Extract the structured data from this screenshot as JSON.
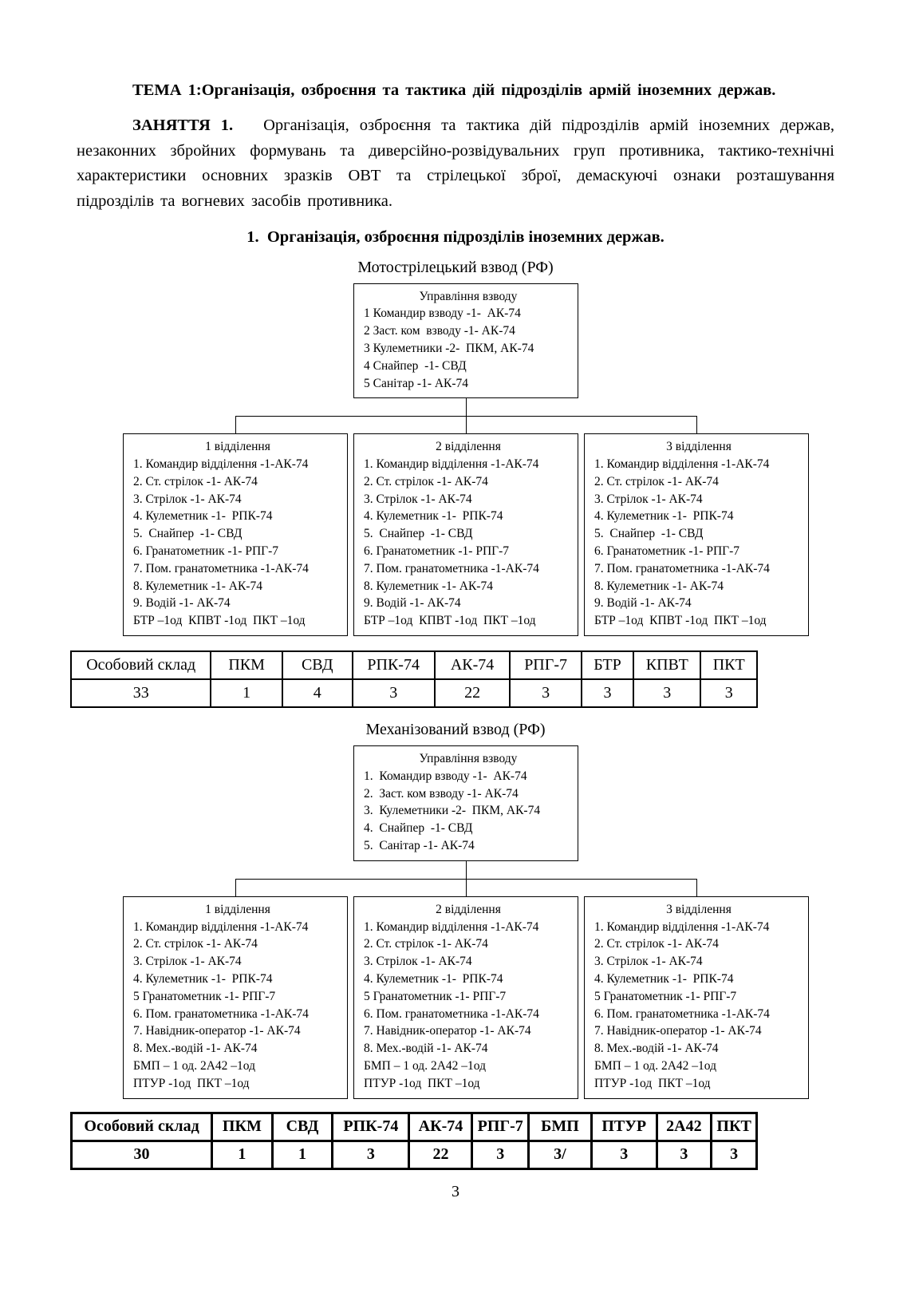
{
  "ink": "#000000",
  "paper": "#ffffff",
  "paragraphs": {
    "tema": "ТЕМА 1:Організація, озброєння та тактика дій підрозділів армій іноземних держав.",
    "zanyattya_label": "ЗАНЯТТЯ 1.",
    "zanyattya_text": "Організація, озброєння та тактика дій підрозділів армій іноземних держав, незаконних збройних формувань та диверсійно-розвідувальних груп противника, тактико-технічні характеристики основних зразків ОВТ та стрілецької зброї, демаскуючі ознаки розташування підрозділів та вогневих засобів противника.",
    "section_heading": "1.  Організація, озброєння підрозділів іноземних держав."
  },
  "page_number": "3",
  "charts": [
    {
      "title": "Мотострілецький взвод (РФ)",
      "management": {
        "title": "Управління взводу",
        "lines": [
          "1 Командир взводу -1-  АК-74",
          "2 Заст. ком  взводу -1- АК-74",
          "3 Кулеметники -2-  ПКМ, АК-74",
          "4 Снайпер  -1- СВД",
          "5 Санітар -1- АК-74"
        ]
      },
      "squads": [
        {
          "title": "1 відділення",
          "lines": [
            "1. Командир відділення -1-АК-74",
            "2. Ст. стрілок -1- АК-74",
            "3. Стрілок -1- АК-74",
            "4. Кулеметник -1-  РПК-74",
            "5.  Снайпер  -1- СВД",
            "6. Гранатометник -1- РПГ-7",
            "7. Пом. гранатометника -1-АК-74",
            "8. Кулеметник -1- АК-74",
            "9. Водій -1- АК-74",
            "БТР –1од  КПВТ -1од  ПКТ –1од"
          ]
        },
        {
          "title": "2 відділення",
          "lines": [
            "1. Командир відділення -1-АК-74",
            "2. Ст. стрілок -1- АК-74",
            "3. Стрілок -1- АК-74",
            "4. Кулеметник -1-  РПК-74",
            "5.  Снайпер  -1- СВД",
            "6. Гранатометник -1- РПГ-7",
            "7. Пом. гранатометника -1-АК-74",
            "8. Кулеметник -1- АК-74",
            "9. Водій -1- АК-74",
            "БТР –1од  КПВТ -1од  ПКТ –1од"
          ]
        },
        {
          "title": "3 відділення",
          "lines": [
            "1. Командир відділення -1-АК-74",
            "2. Ст. стрілок -1- АК-74",
            "3. Стрілок -1- АК-74",
            "4. Кулеметник -1-  РПК-74",
            "5.  Снайпер  -1- СВД",
            "6. Гранатометник -1- РПГ-7",
            "7. Пом. гранатометника -1-АК-74",
            "8. Кулеметник -1- АК-74",
            "9. Водій -1- АК-74",
            "БТР –1од  КПВТ -1од  ПКТ –1од"
          ]
        }
      ],
      "table": {
        "headers": [
          "Особовий склад",
          "ПКМ",
          "СВД",
          "РПК-74",
          "АК-74",
          "РПГ-7",
          "БТР",
          "КПВТ",
          "ПКТ"
        ],
        "values": [
          "33",
          "1",
          "4",
          "3",
          "22",
          "3",
          "3",
          "3",
          "3"
        ]
      }
    },
    {
      "title": "Механізований взвод (РФ)",
      "management": {
        "title": "Управління взводу",
        "lines": [
          "1.  Командир взводу -1-  АК-74",
          "2.  Заст. ком взводу -1- АК-74",
          "3.  Кулеметники -2-  ПКМ, АК-74",
          "4.  Снайпер  -1- СВД",
          "5.  Санітар -1- АК-74"
        ]
      },
      "squads": [
        {
          "title": "1 відділення",
          "lines": [
            "1. Командир відділення -1-АК-74",
            "2. Ст. стрілок -1- АК-74",
            "3. Стрілок -1- АК-74",
            "4. Кулеметник -1-  РПК-74",
            "5 Гранатометник -1- РПГ-7",
            "6. Пом. гранатометника -1-АК-74",
            "7. Навідник-оператор -1- АК-74",
            "8. Мех.-водій -1- АК-74",
            "БМП – 1 од. 2А42 –1од",
            "ПТУР -1од  ПКТ –1од"
          ]
        },
        {
          "title": "2 відділення",
          "lines": [
            "1. Командир відділення -1-АК-74",
            "2. Ст. стрілок -1- АК-74",
            "3. Стрілок -1- АК-74",
            "4. Кулеметник -1-  РПК-74",
            "5 Гранатометник -1- РПГ-7",
            "6. Пом. гранатометника -1-АК-74",
            "7. Навідник-оператор -1- АК-74",
            "8. Мех.-водій -1- АК-74",
            "БМП – 1 од. 2А42 –1од",
            "ПТУР -1од  ПКТ –1од"
          ]
        },
        {
          "title": "3 відділення",
          "lines": [
            "1. Командир відділення -1-АК-74",
            "2. Ст. стрілок -1- АК-74",
            "3. Стрілок -1- АК-74",
            "4. Кулеметник -1-  РПК-74",
            "5 Гранатометник -1- РПГ-7",
            "6. Пом. гранатометника -1-АК-74",
            "7. Навідник-оператор -1- АК-74",
            "8. Мех.-водій -1- АК-74",
            "БМП – 1 од. 2А42 –1од",
            "ПТУР -1од  ПКТ –1од"
          ]
        }
      ],
      "table": {
        "headers": [
          "Особовий склад",
          "ПКМ",
          "СВД",
          "РПК-74",
          "АК-74",
          "РПГ-7",
          "БМП",
          "ПТУР",
          "2А42",
          "ПКТ"
        ],
        "values": [
          "30",
          "1",
          "1",
          "3",
          "22",
          "3",
          "3/",
          "3",
          "3",
          "3"
        ]
      }
    }
  ]
}
